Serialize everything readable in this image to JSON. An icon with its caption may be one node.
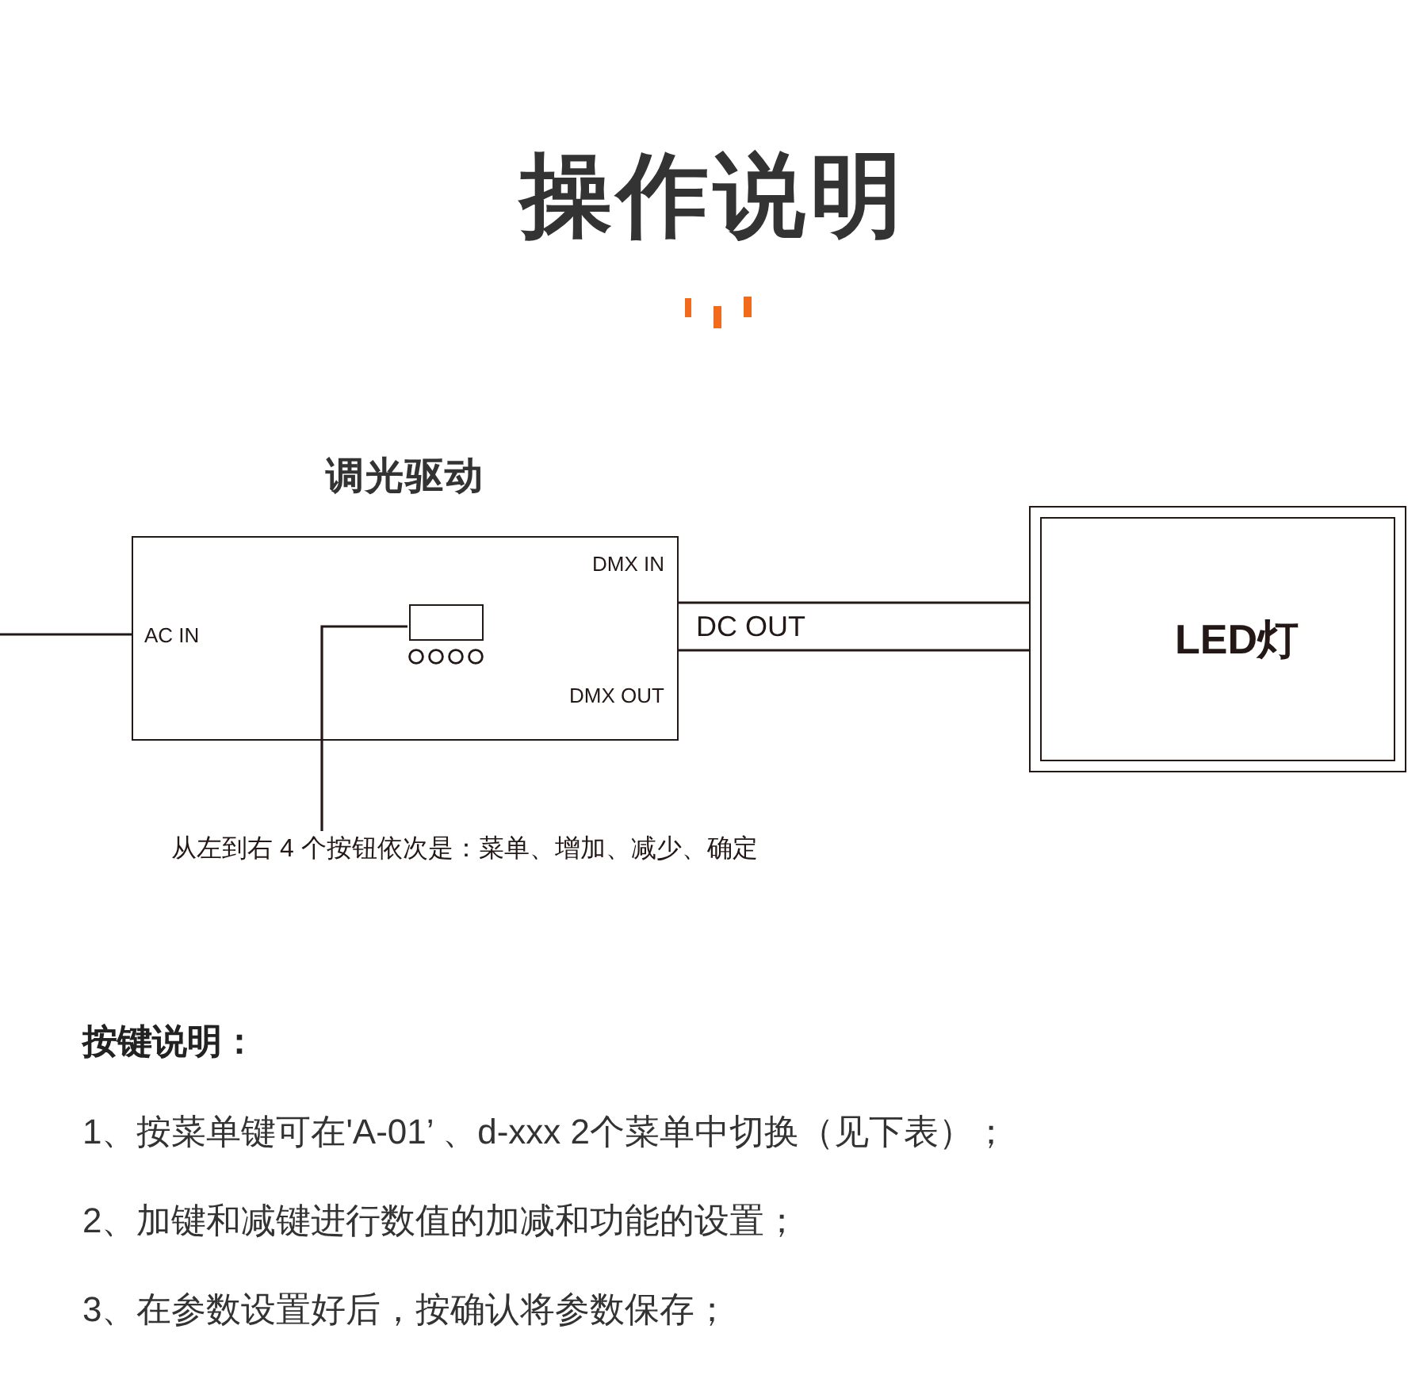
{
  "diagram": {
    "title": "操作说明",
    "nodes": [
      {
        "text": [
          "调光驱动",
          "DMX IN",
          "AC IN",
          "DMX OUT"
        ]
      },
      {
        "text": [],
        "shape": "box",
        "in": 0
      },
      {
        "text": [
          "LED灯"
        ]
      },
      {
        "text": [
          "从左到右 4 个按钮依次是：菜单、增加、减少、确定"
        ]
      }
    ],
    "edges": [
      {
        "from": null,
        "to": 0,
        "arrow": "none"
      },
      {
        "from": 0,
        "to": 2,
        "arrow": "none",
        "label": "DC OUT"
      },
      {
        "from": 3,
        "to": 1,
        "arrow": "none"
      }
    ],
    "labels": [
      "按键说明：",
      "1、按菜单键可在'A-01’ 、d-xxx 2个菜单中切换（见下表）；",
      "2、加键和减键进行数值的加减和功能的设置；",
      "3、在参数设置好后，按确认将参数保存；"
    ]
  }
}
